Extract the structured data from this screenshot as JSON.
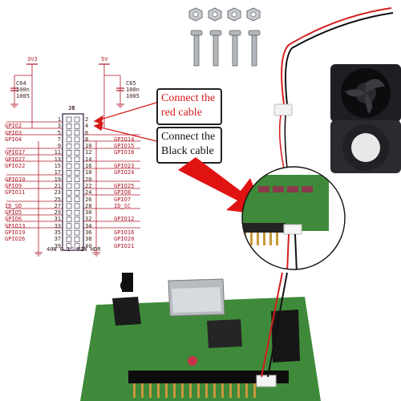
{
  "schematic": {
    "rail_left": "3V3",
    "rail_right": "5V",
    "cap_left": [
      "C64",
      "100n",
      "1005"
    ],
    "cap_right": [
      "C65",
      "100n",
      "1005"
    ],
    "header_ref": "J8",
    "header_caption": "40W 0.1\" PIN HDR",
    "left_signals": [
      "",
      "GPIO2",
      "GPIO3",
      "GPIO4",
      "",
      "GPIO17",
      "GPIO27",
      "GPIO22",
      "",
      "GPIO10",
      "GPIO9",
      "GPIO11",
      "",
      "ID_SD",
      "GPIO5",
      "GPIO6",
      "GPIO13",
      "GPIO19",
      "GPIO26",
      ""
    ],
    "right_signals": [
      "",
      "",
      "",
      "GPIO14",
      "GPIO15",
      "GPIO18",
      "",
      "GPIO23",
      "GPIO24",
      "",
      "GPIO25",
      "GPIO8",
      "GPIO7",
      "ID_SC",
      "",
      "GPIO12",
      "",
      "GPIO16",
      "GPIO20",
      "GPIO21"
    ],
    "left_pins": [
      "1",
      "3",
      "5",
      "7",
      "9",
      "11",
      "13",
      "15",
      "17",
      "19",
      "21",
      "23",
      "25",
      "27",
      "29",
      "31",
      "33",
      "35",
      "37",
      "39"
    ],
    "right_pins": [
      "2",
      "4",
      "6",
      "8",
      "10",
      "12",
      "14",
      "16",
      "18",
      "20",
      "22",
      "24",
      "26",
      "28",
      "30",
      "32",
      "34",
      "36",
      "38",
      "40"
    ]
  },
  "callouts": {
    "red": [
      "Connect the",
      "red cable"
    ],
    "black": [
      "Connect the",
      "Black cable"
    ]
  },
  "colors": {
    "schematic_red": "#b0182a",
    "arrow_red": "#e01010",
    "board_green": "#3f8a3a",
    "wire_red": "#d42020",
    "wire_black": "#111111"
  }
}
